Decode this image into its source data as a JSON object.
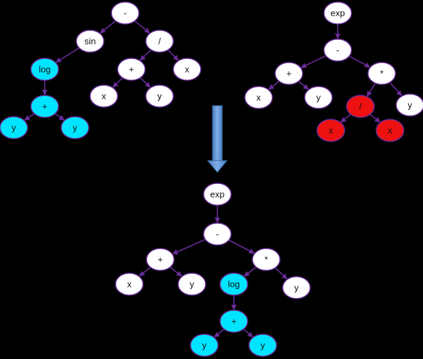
{
  "colors": {
    "background": "#000000",
    "edge": "#6a2c9a",
    "node_default": "#ffffff",
    "node_highlight_cyan": "#00e5ff",
    "node_highlight_red": "#ee1111",
    "arrow": "#5b8fcf"
  },
  "trees": {
    "left": {
      "nodes": [
        {
          "id": "L0",
          "label": "-",
          "style": "default"
        },
        {
          "id": "L1",
          "label": "sin",
          "style": "default"
        },
        {
          "id": "L2",
          "label": "/",
          "style": "default"
        },
        {
          "id": "L3",
          "label": "log",
          "style": "cyan"
        },
        {
          "id": "L4",
          "label": "+",
          "style": "default"
        },
        {
          "id": "L5",
          "label": "x",
          "style": "default"
        },
        {
          "id": "L6",
          "label": "+",
          "style": "cyan"
        },
        {
          "id": "L7",
          "label": "x",
          "style": "default"
        },
        {
          "id": "L8",
          "label": "y",
          "style": "default"
        },
        {
          "id": "L9",
          "label": "y",
          "style": "cyan"
        },
        {
          "id": "L10",
          "label": "y",
          "style": "cyan"
        }
      ],
      "edges": [
        [
          "L0",
          "L1"
        ],
        [
          "L0",
          "L2"
        ],
        [
          "L1",
          "L3"
        ],
        [
          "L2",
          "L4"
        ],
        [
          "L2",
          "L5"
        ],
        [
          "L3",
          "L6"
        ],
        [
          "L4",
          "L7"
        ],
        [
          "L4",
          "L8"
        ],
        [
          "L6",
          "L9"
        ],
        [
          "L6",
          "L10"
        ]
      ]
    },
    "right": {
      "nodes": [
        {
          "id": "R0",
          "label": "exp",
          "style": "default"
        },
        {
          "id": "R1",
          "label": "-",
          "style": "default"
        },
        {
          "id": "R2",
          "label": "+",
          "style": "default"
        },
        {
          "id": "R3",
          "label": "*",
          "style": "default"
        },
        {
          "id": "R4",
          "label": "x",
          "style": "default"
        },
        {
          "id": "R5",
          "label": "y",
          "style": "default"
        },
        {
          "id": "R6",
          "label": "/",
          "style": "red"
        },
        {
          "id": "R7",
          "label": "y",
          "style": "default"
        },
        {
          "id": "R8",
          "label": "x",
          "style": "red"
        },
        {
          "id": "R9",
          "label": "x",
          "style": "red"
        }
      ],
      "edges": [
        [
          "R0",
          "R1"
        ],
        [
          "R1",
          "R2"
        ],
        [
          "R1",
          "R3"
        ],
        [
          "R2",
          "R4"
        ],
        [
          "R2",
          "R5"
        ],
        [
          "R3",
          "R6"
        ],
        [
          "R3",
          "R7"
        ],
        [
          "R6",
          "R8"
        ],
        [
          "R6",
          "R9"
        ]
      ]
    },
    "result": {
      "nodes": [
        {
          "id": "B0",
          "label": "exp",
          "style": "default"
        },
        {
          "id": "B1",
          "label": "-",
          "style": "default"
        },
        {
          "id": "B2",
          "label": "+",
          "style": "default"
        },
        {
          "id": "B3",
          "label": "*",
          "style": "default"
        },
        {
          "id": "B4",
          "label": "x",
          "style": "default"
        },
        {
          "id": "B5",
          "label": "y",
          "style": "default"
        },
        {
          "id": "B6",
          "label": "log",
          "style": "cyan"
        },
        {
          "id": "B7",
          "label": "y",
          "style": "default"
        },
        {
          "id": "B8",
          "label": "+",
          "style": "cyan"
        },
        {
          "id": "B9",
          "label": "y",
          "style": "cyan"
        },
        {
          "id": "B10",
          "label": "y",
          "style": "cyan"
        }
      ],
      "edges": [
        [
          "B0",
          "B1"
        ],
        [
          "B1",
          "B2"
        ],
        [
          "B1",
          "B3"
        ],
        [
          "B2",
          "B4"
        ],
        [
          "B2",
          "B5"
        ],
        [
          "B3",
          "B6"
        ],
        [
          "B3",
          "B7"
        ],
        [
          "B6",
          "B8"
        ],
        [
          "B8",
          "B9"
        ],
        [
          "B8",
          "B10"
        ]
      ]
    }
  }
}
